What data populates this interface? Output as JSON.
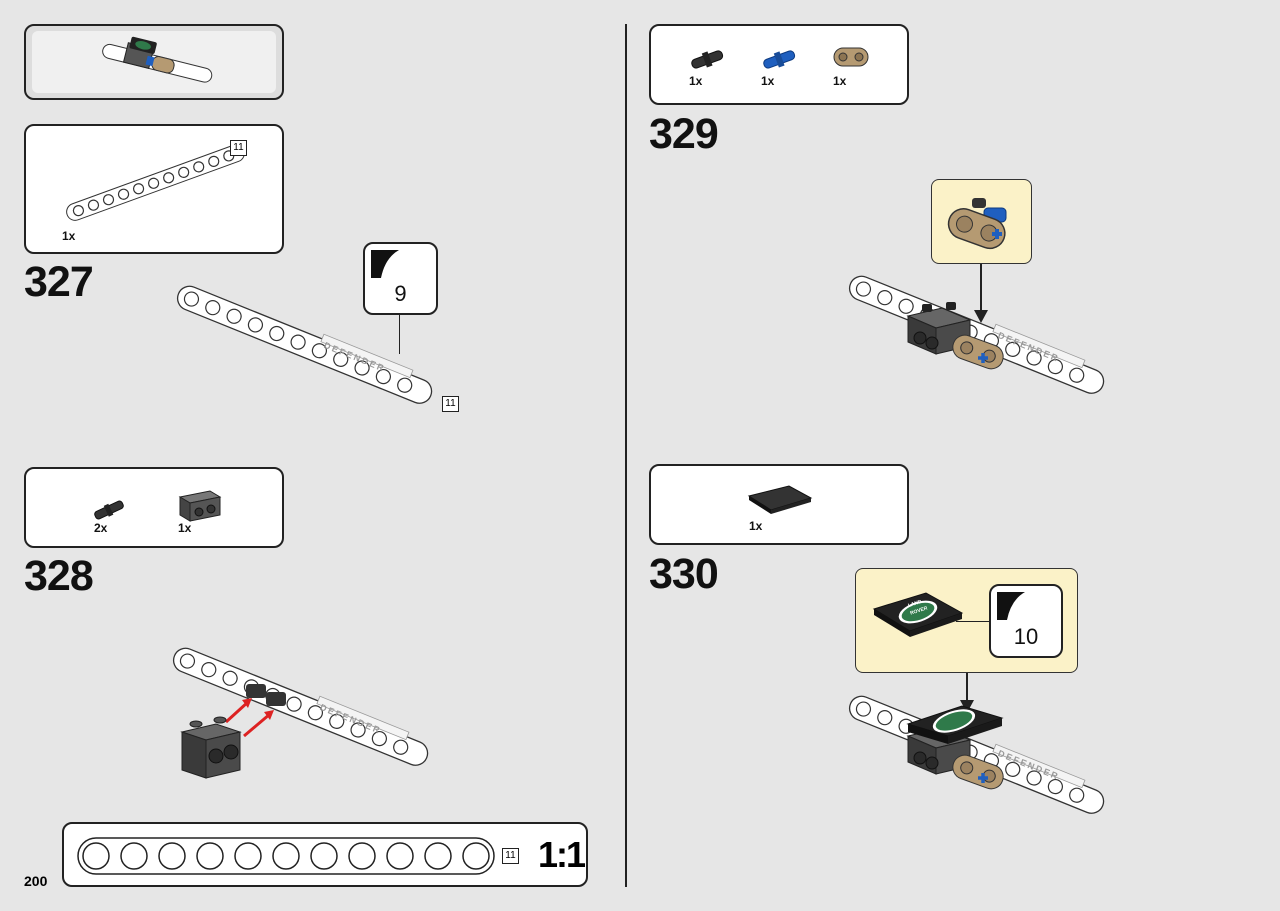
{
  "page": {
    "number": "200"
  },
  "left": {
    "preview_box": {},
    "step327": {
      "number": "327",
      "parts": [
        {
          "qty": "1x",
          "length_label": "11"
        }
      ],
      "sticker": "9",
      "beam_length_label": "11",
      "beam_text": "DEFENDER"
    },
    "step328": {
      "number": "328",
      "parts": [
        {
          "qty": "2x",
          "name": "axle-pin-black"
        },
        {
          "qty": "1x",
          "name": "technic-brick-dark-grey"
        }
      ],
      "beam_text": "DEFENDER"
    },
    "scale_ruler": {
      "length_label": "11",
      "scale": "1:1"
    }
  },
  "right": {
    "step329": {
      "number": "329",
      "parts": [
        {
          "qty": "1x",
          "name": "pin-black"
        },
        {
          "qty": "1x",
          "name": "axle-pin-blue"
        },
        {
          "qty": "1x",
          "name": "double-connector-tan"
        }
      ],
      "beam_text": "DEFENDER"
    },
    "step330": {
      "number": "330",
      "parts": [
        {
          "qty": "1x",
          "name": "tile-black"
        }
      ],
      "sticker": "10",
      "badge_line1": "LAND",
      "badge_line2": "ROVER",
      "beam_text": "DEFENDER"
    }
  },
  "colors": {
    "background": "#e6e6e6",
    "callout": "#fbf2c8",
    "badge_green": "#2f7a4a",
    "tan": "#b59a72",
    "blue": "#1f5fbf",
    "dark_grey": "#4a4a4a"
  }
}
